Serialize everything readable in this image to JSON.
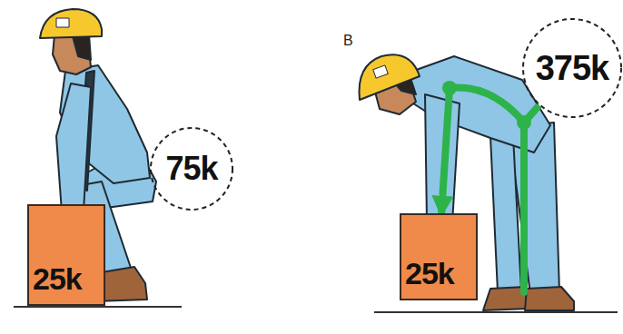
{
  "diagram": {
    "nodes": [
      {
        "text": [
          "25k"
        ]
      },
      {
        "text": [
          "75k"
        ]
      },
      {
        "text": [
          "375k"
        ]
      },
      {
        "text": [
          "25k"
        ]
      }
    ],
    "edges": [
      {
        "from": 2,
        "to": 3,
        "arrow": "to"
      }
    ],
    "labels": [
      "B"
    ]
  }
}
